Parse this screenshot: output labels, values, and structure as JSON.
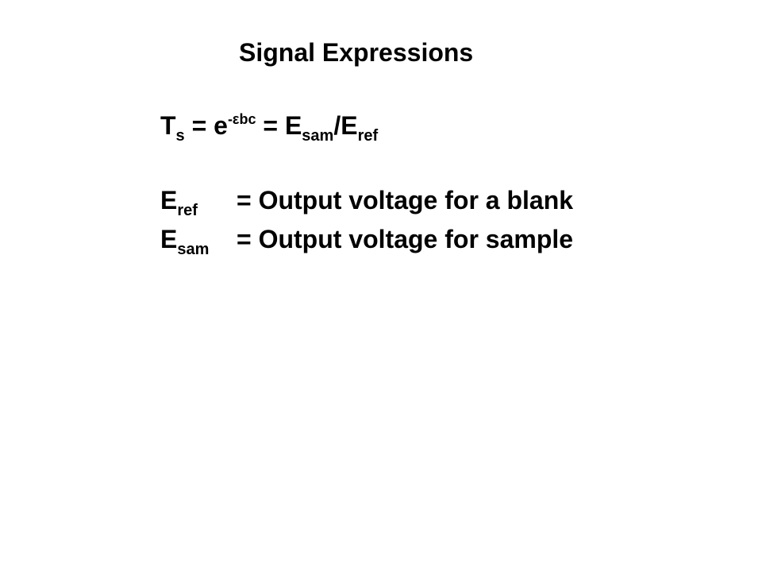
{
  "slide": {
    "title": "Signal Expressions",
    "equation": {
      "t_base": "T",
      "t_sub": "s",
      "eq1": " = e",
      "exp": "-εbc",
      "eq2": " = E",
      "sam_sub": "sam",
      "slash_e": "/E",
      "ref_sub": "ref"
    },
    "definitions": [
      {
        "symbol": "E",
        "sub": "ref",
        "text": "= Output voltage for a blank"
      },
      {
        "symbol": "E",
        "sub": "sam",
        "text": "= Output voltage for sample"
      }
    ]
  }
}
